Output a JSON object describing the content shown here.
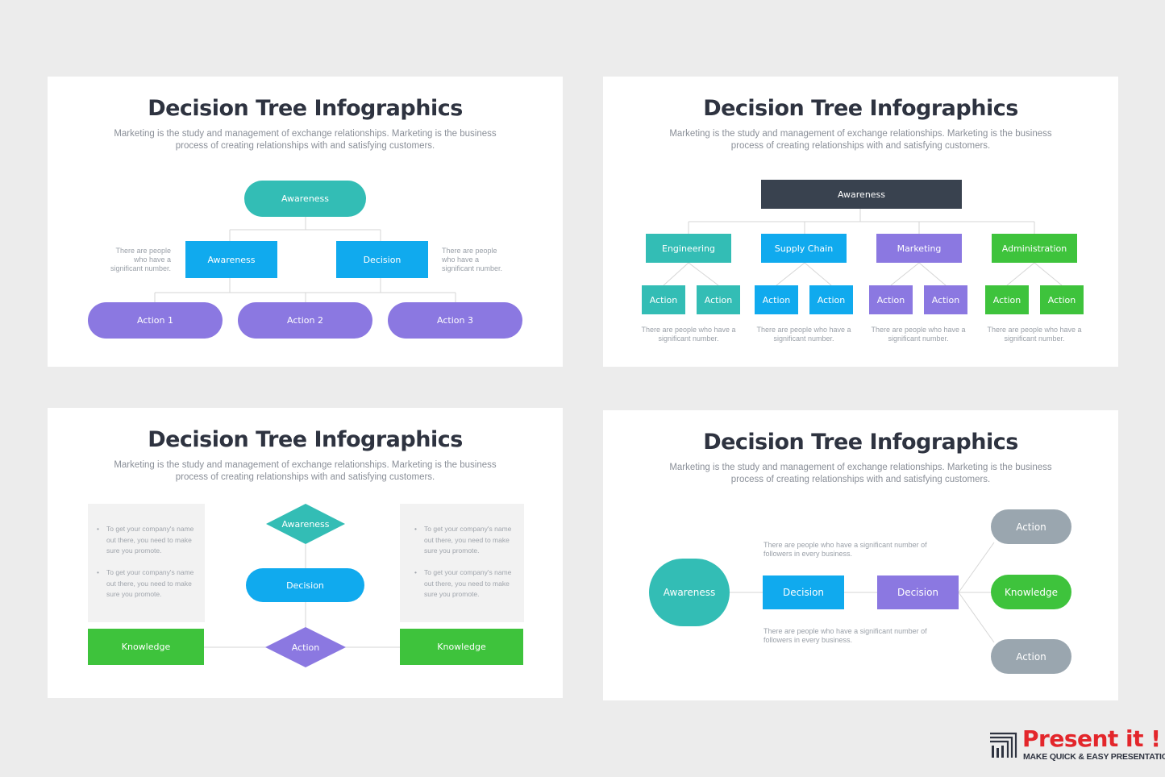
{
  "slide1": {
    "title": "Decision Tree Infographics",
    "subtitle": "Marketing is the study and management of exchange relationships. Marketing is the business process of creating relationships with and satisfying customers.",
    "root": "Awareness",
    "left": "Awareness",
    "right": "Decision",
    "note_left": "There are people who have a significant number.",
    "note_right": "There are people who have a significant number.",
    "actions": [
      "Action 1",
      "Action 2",
      "Action 3"
    ]
  },
  "slide2": {
    "title": "Decision Tree Infographics",
    "subtitle": "Marketing is the study and management of exchange relationships. Marketing is the business process of creating relationships with and satisfying customers.",
    "root": "Awareness",
    "categories": [
      {
        "label": "Engineering",
        "actions": [
          "Action",
          "Action"
        ],
        "note": "There are people who have a significant number."
      },
      {
        "label": "Supply Chain",
        "actions": [
          "Action",
          "Action"
        ],
        "note": "There are people who have a significant number."
      },
      {
        "label": "Marketing",
        "actions": [
          "Action",
          "Action"
        ],
        "note": "There are people who have a significant number."
      },
      {
        "label": "Administration",
        "actions": [
          "Action",
          "Action"
        ],
        "note": "There are people who have a significant number."
      }
    ]
  },
  "slide3": {
    "title": "Decision Tree Infographics",
    "subtitle": "Marketing is the study and management of exchange relationships. Marketing is the business process of creating relationships with and satisfying customers.",
    "top": "Awareness",
    "middle": "Decision",
    "bottom": "Action",
    "left_knowledge": "Knowledge",
    "right_knowledge": "Knowledge",
    "left_bullets": [
      "To get your company's name out there, you need to make sure you promote.",
      "To get your company's name out there, you need to make sure you promote."
    ],
    "right_bullets": [
      "To get your company's name out there, you need to make sure you promote.",
      "To get your company's name out there, you need to make sure you promote."
    ]
  },
  "slide4": {
    "title": "Decision Tree Infographics",
    "subtitle": "Marketing is the study and management of exchange relationships. Marketing is the business process of creating relationships with and satisfying customers.",
    "root": "Awareness",
    "decision1": "Decision",
    "decision2": "Decision",
    "note_top": "There are people who have a significant number of followers in every business.",
    "note_bottom": "There are people who have a significant number of followers in every business.",
    "outcome_top": "Action",
    "outcome_mid": "Knowledge",
    "outcome_bottom": "Action"
  },
  "logo": {
    "name": "Present it !",
    "tagline": "MAKE QUICK & EASY PRESENTATIONS"
  },
  "colors": {
    "teal": "#33bdb5",
    "blue": "#10aaee",
    "purple": "#8b78e1",
    "green": "#3ec33c",
    "navy": "#39424f",
    "grey": "#9aa6af",
    "brand_red": "#e3262b"
  }
}
